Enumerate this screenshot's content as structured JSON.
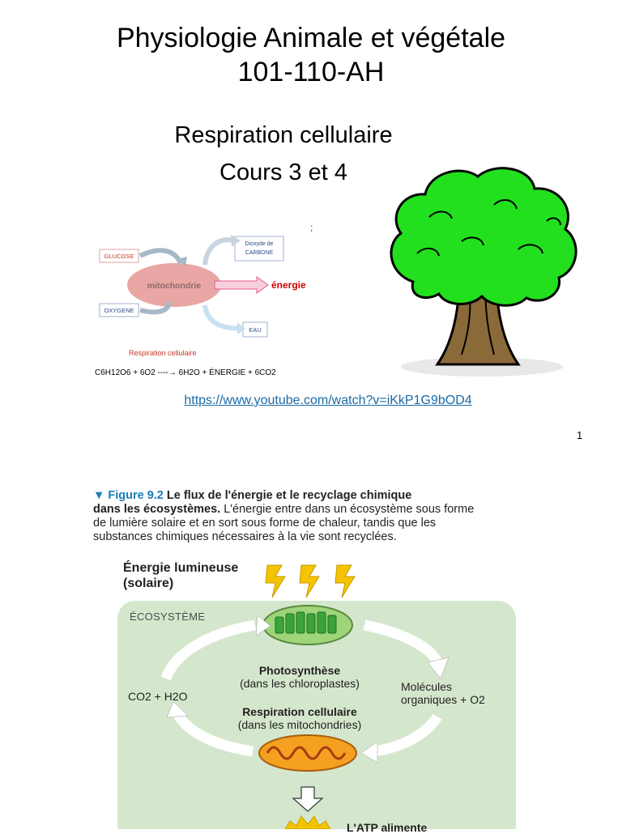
{
  "slide1": {
    "title_line1": "Physiologie Animale et végétale",
    "title_line2": "101-110-AH",
    "subtitle_line1": "Respiration cellulaire",
    "subtitle_line2": "Cours 3 et 4",
    "link": "https://www.youtube.com/watch?v=iKkP1G9bOD4",
    "page_number": "1",
    "diagram": {
      "glucose": "GLUCOSE",
      "oxygen": "OXYGENE",
      "mitochondria": "mitochondrie",
      "energy": "énergie",
      "co2_line1": "Dioxyde de",
      "co2_line2": "CARBONE",
      "water": "EAU",
      "caption": "Respiration cellulaire",
      "equation": "C6H12O6 + 6O2 ----→ 6H2O + ÉNERGIE + 6CO2",
      "colon_mark": ";"
    }
  },
  "slide2": {
    "figure_label": "▼ Figure 9.2",
    "figure_title_a": "Le flux de l'énergie et le recyclage chimique",
    "figure_title_b": "dans les écosystèmes.",
    "figure_text_a": "L'énergie entre dans un écosystème sous forme",
    "figure_text_b": "de lumière solaire et en sort sous forme de chaleur, tandis que les",
    "figure_text_c": "substances chimiques nécessaires à la vie sont recyclées.",
    "light_line1": "Énergie lumineuse",
    "light_line2": "(solaire)",
    "ecosystem": "ÉCOSYSTÈME",
    "photosynthesis": "Photosynthèse",
    "photosynthesis_sub": "(dans les chloroplastes)",
    "respiration": "Respiration cellulaire",
    "respiration_sub": "(dans les mitochondries)",
    "left_molecules": "CO2 + H2O",
    "right_line1": "Molécules",
    "right_line2": "organiques + O2",
    "atp": "L'ATP alimente"
  },
  "colors": {
    "ecosystem_bg": "#d4e7cd",
    "lightning": "#f5c400",
    "tree_green": "#22e01e",
    "trunk": "#8b6a3a",
    "figure_blue": "#1b7fb5",
    "link_blue": "#1a6aa6"
  }
}
